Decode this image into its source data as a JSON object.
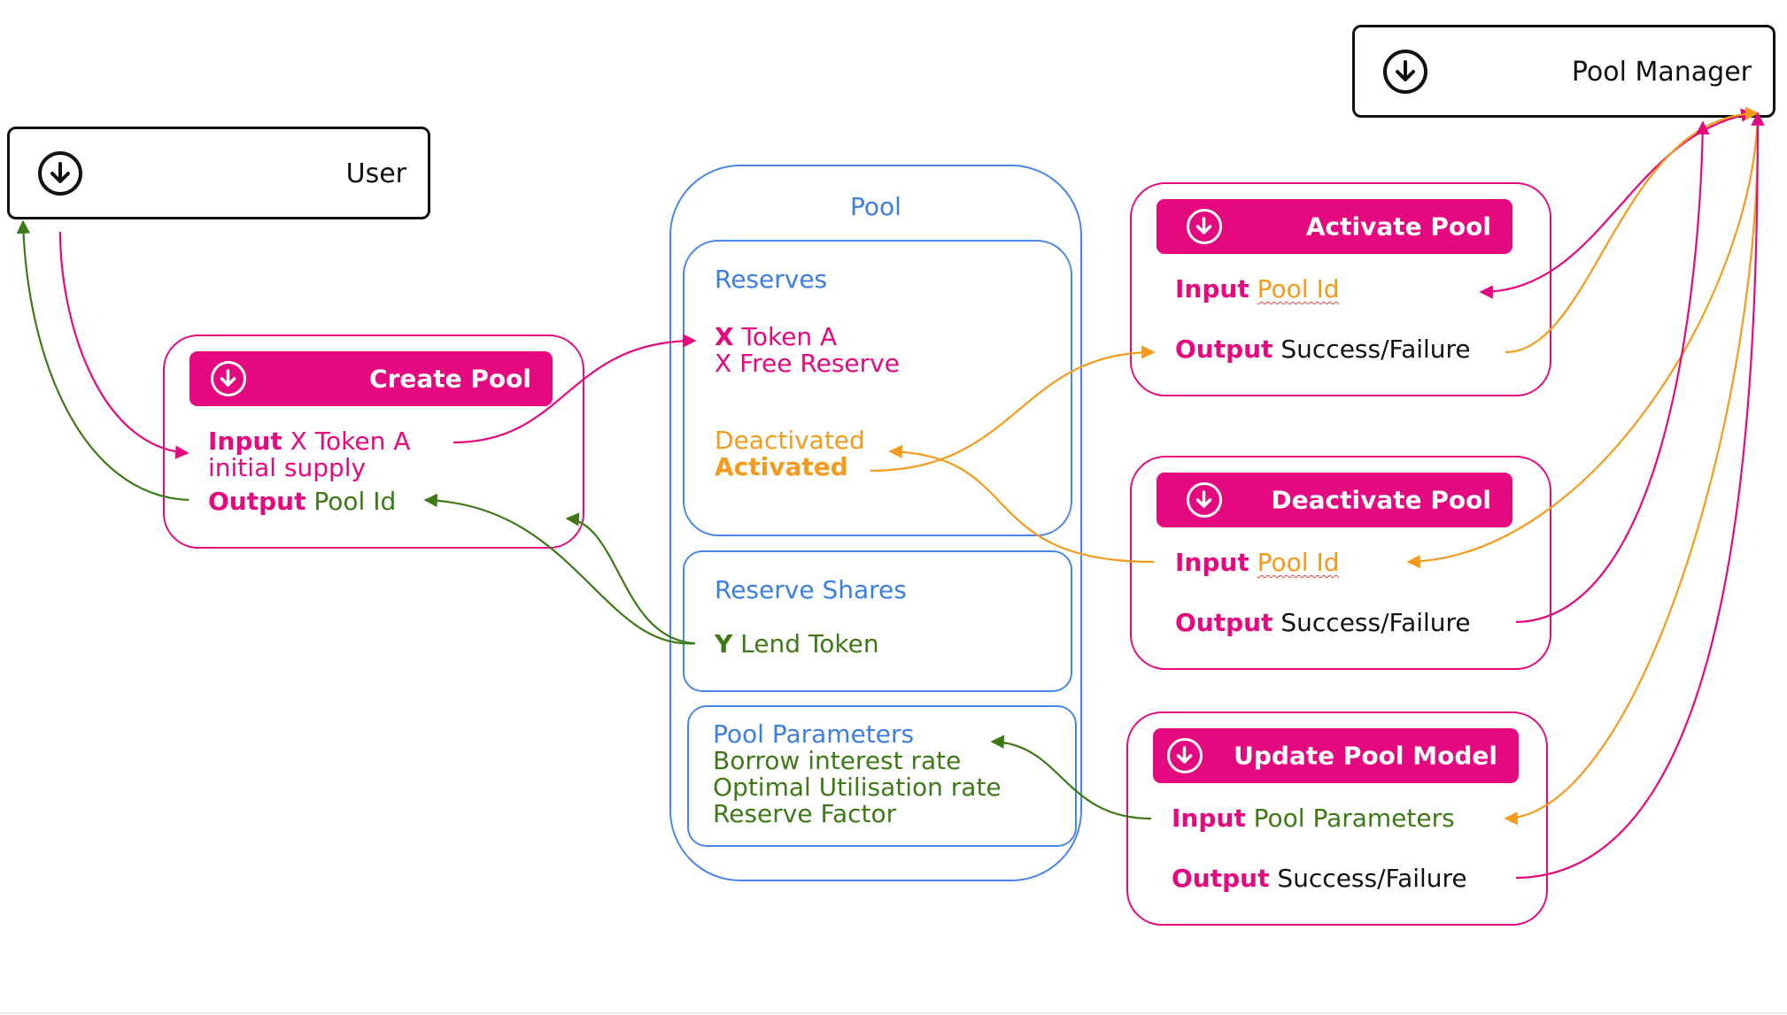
{
  "actors": {
    "user": "User",
    "pool_manager": "Pool Manager"
  },
  "create_pool": {
    "title": "Create Pool",
    "input_key": "Input",
    "input_value": "X Token A",
    "input_value_2": "initial supply",
    "output_key": "Output",
    "output_value": "Pool Id"
  },
  "pool": {
    "title": "Pool",
    "reserves": {
      "title": "Reserves",
      "token_prefix": "X",
      "token_label": " Token A",
      "free_reserve": "X Free Reserve",
      "deactivated": "Deactivated",
      "activated": "Activated"
    },
    "reserve_shares": {
      "title": "Reserve Shares",
      "prefix": "Y",
      "label": " Lend Token"
    },
    "parameters": {
      "title": "Pool Parameters",
      "items": [
        "Borrow interest rate",
        "Optimal Utilisation rate",
        "Reserve Factor"
      ]
    }
  },
  "activate_pool": {
    "title": "Activate Pool",
    "input_key": "Input",
    "input_value": "Pool Id",
    "output_key": "Output",
    "output_value": "Success/Failure"
  },
  "deactivate_pool": {
    "title": "Deactivate Pool",
    "input_key": "Input",
    "input_value": "Pool Id",
    "output_key": "Output",
    "output_value": "Success/Failure"
  },
  "update_pool_model": {
    "title": "Update Pool Model",
    "input_key": "Input",
    "input_value": "Pool Parameters",
    "output_key": "Output",
    "output_value": "Success/Failure"
  },
  "colors": {
    "magenta": "#e5097f",
    "green": "#3d7a17",
    "orange": "#f59a1c",
    "blue": "#4a86e8",
    "black": "#111111"
  }
}
